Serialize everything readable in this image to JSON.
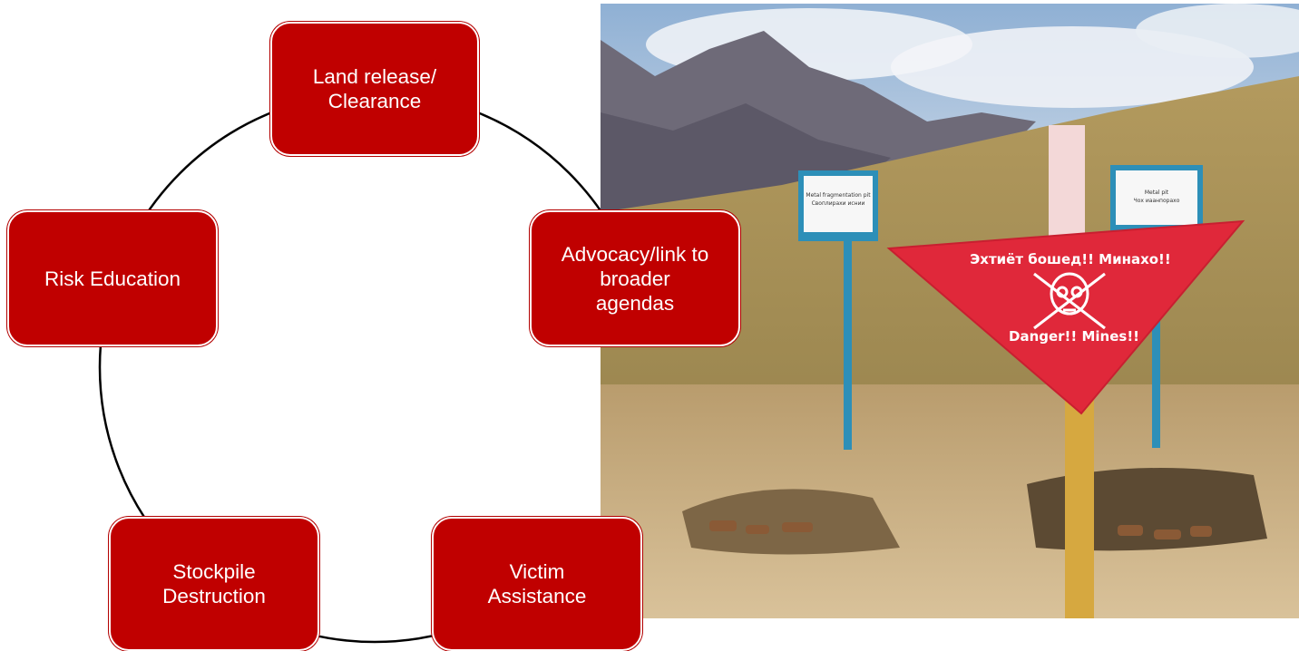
{
  "diagram": {
    "nodes": [
      {
        "id": "land-release",
        "label": "Land release/\nClearance"
      },
      {
        "id": "advocacy",
        "label": "Advocacy/link to\nbroader\nagendas"
      },
      {
        "id": "victim-assistance",
        "label": "Victim\nAssistance"
      },
      {
        "id": "stockpile-destruction",
        "label": "Stockpile\nDestruction"
      },
      {
        "id": "risk-education",
        "label": "Risk Education"
      }
    ],
    "accent_color": "#c00000"
  },
  "photo": {
    "sign_text_top": "Эхтиёт бошед!! Минахо!!",
    "sign_text_bottom": "Danger!! Mines!!",
    "placard_left_line1": "Metal fragmentation pit",
    "placard_left_line2": "Своплирахи иснии",
    "placard_right_line1": "Metal pit",
    "placard_right_line2": "Чох иаанпорахо",
    "sign_color": "#e0283a"
  }
}
